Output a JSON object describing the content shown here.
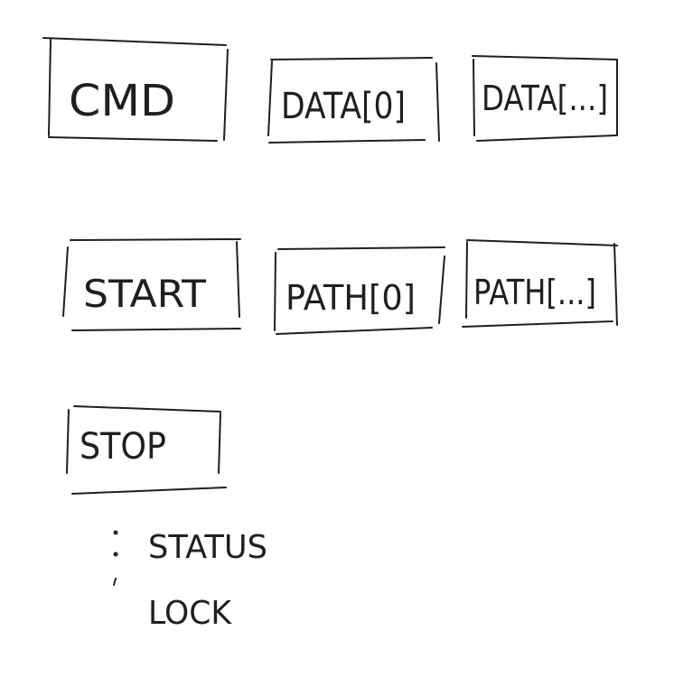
{
  "boxes": {
    "cmd": "CMD",
    "data0": "DATA[0]",
    "data_more": "DATA[...]",
    "start": "START",
    "path0": "PATH[0]",
    "path_more": "PATH[...]",
    "stop": "STOP"
  },
  "notes": {
    "status": "STATUS",
    "lock": "LOCK"
  },
  "colors": {
    "ink": "#1f1f1f",
    "background": "#ffffff"
  }
}
